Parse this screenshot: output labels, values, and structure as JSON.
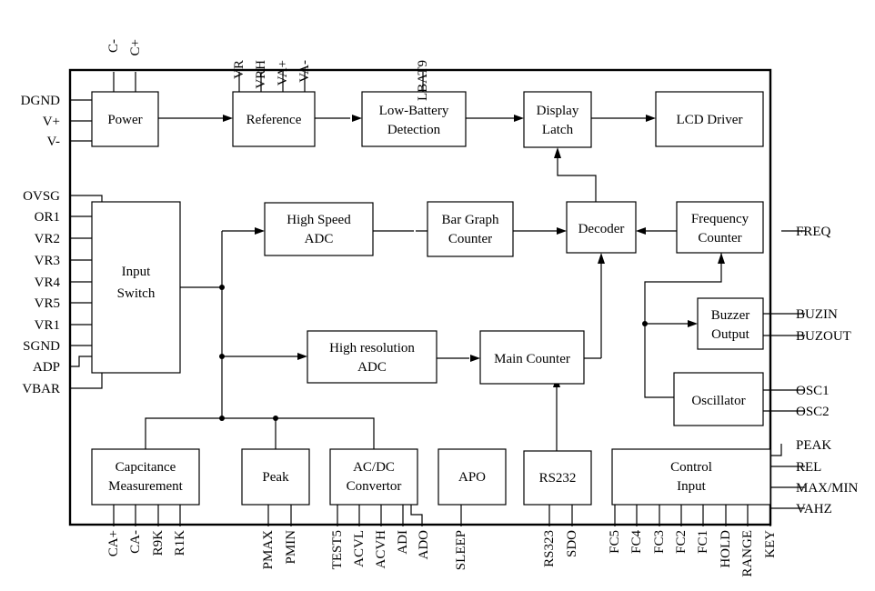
{
  "colors": {
    "line": "#000000",
    "background": "#ffffff"
  },
  "blocks": {
    "power": [
      "Power"
    ],
    "reference": [
      "Reference"
    ],
    "low_battery": [
      "Low-Battery",
      "Detection"
    ],
    "display_latch": [
      "Display",
      "Latch"
    ],
    "lcd_driver": [
      "LCD Driver"
    ],
    "input_switch": [
      "Input",
      "Switch"
    ],
    "high_speed_adc": [
      "High Speed",
      "ADC"
    ],
    "bar_graph": [
      "Bar Graph",
      "Counter"
    ],
    "decoder": [
      "Decoder"
    ],
    "freq_counter": [
      "Frequency",
      "Counter"
    ],
    "buzzer": [
      "Buzzer",
      "Output"
    ],
    "high_res_adc": [
      "High resolution",
      "ADC"
    ],
    "main_counter": [
      "Main Counter"
    ],
    "oscillator": [
      "Oscillator"
    ],
    "capacitance": [
      "Capcitance",
      "Measurement"
    ],
    "peak": [
      "Peak"
    ],
    "acdc": [
      "AC/DC",
      "Convertor"
    ],
    "apo": [
      "APO"
    ],
    "rs232": [
      "RS232"
    ],
    "control": [
      "Control",
      "Input"
    ]
  },
  "pins": {
    "top": [
      "C-",
      "C+",
      "VR",
      "VRH",
      "VA+",
      "VA-",
      "LBAT9"
    ],
    "left": [
      "DGND",
      "V+",
      "V-",
      "OVSG",
      "OR1",
      "VR2",
      "VR3",
      "VR4",
      "VR5",
      "VR1",
      "SGND",
      "ADP",
      "VBAR"
    ],
    "right": [
      "FREQ",
      "BUZIN",
      "BUZOUT",
      "OSC1",
      "OSC2",
      "PEAK",
      "REL",
      "MAX/MIN",
      "VAHZ"
    ],
    "bottom": [
      "CA+",
      "CA-",
      "R9K",
      "R1K",
      "PMAX",
      "PMIN",
      "TEST5",
      "ACVL",
      "ACVH",
      "ADI",
      "ADO",
      "SLEEP",
      "RS323",
      "SDO",
      "FC5",
      "FC4",
      "FC3",
      "FC2",
      "FC1",
      "HOLD",
      "RANGE",
      "KEY"
    ]
  }
}
